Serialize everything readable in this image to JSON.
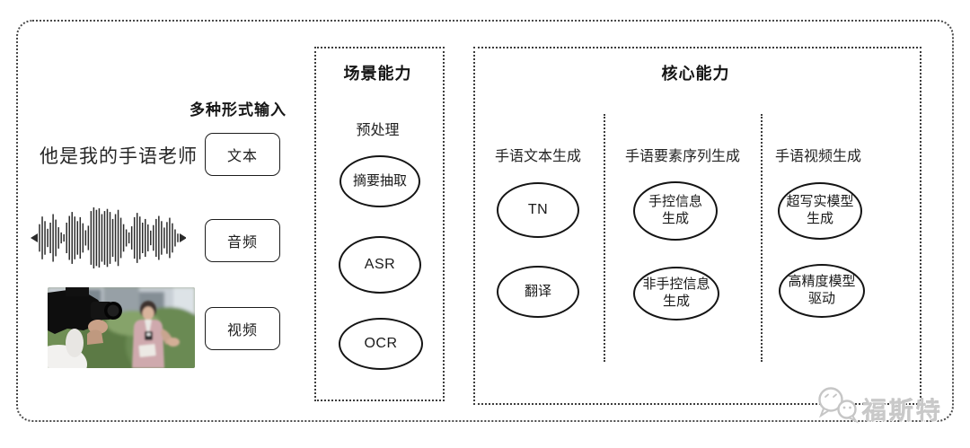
{
  "input_section": {
    "header": "多种形式输入",
    "text_sample": "他是我的手语老师",
    "items": [
      {
        "label": "文本"
      },
      {
        "label": "音频"
      },
      {
        "label": "视频"
      }
    ]
  },
  "scene_box": {
    "title": "场景能力",
    "subtitle": "预处理",
    "nodes": [
      {
        "lines": [
          "摘要抽取"
        ]
      },
      {
        "lines": [
          "ASR"
        ]
      },
      {
        "lines": [
          "OCR"
        ]
      }
    ]
  },
  "core_box": {
    "title": "核心能力",
    "columns": [
      {
        "header": "手语文本生成",
        "nodes": [
          {
            "lines": [
              "TN"
            ]
          },
          {
            "lines": [
              "翻译"
            ]
          }
        ]
      },
      {
        "header": "手语要素序列生成",
        "nodes": [
          {
            "lines": [
              "手控信息",
              "生成"
            ]
          },
          {
            "lines": [
              "非手控信息",
              "生成"
            ]
          }
        ]
      },
      {
        "header": "手语视频生成",
        "nodes": [
          {
            "lines": [
              "超写实模型",
              "生成"
            ]
          },
          {
            "lines": [
              "高精度模型",
              "驱动"
            ]
          }
        ]
      }
    ]
  },
  "watermark": {
    "label": "福斯特"
  },
  "colors": {
    "ink": "#1f1f1f",
    "border_dotted": "#3d3d3d",
    "watermark_gray": "#c9c9c9",
    "background": "#ffffff"
  }
}
